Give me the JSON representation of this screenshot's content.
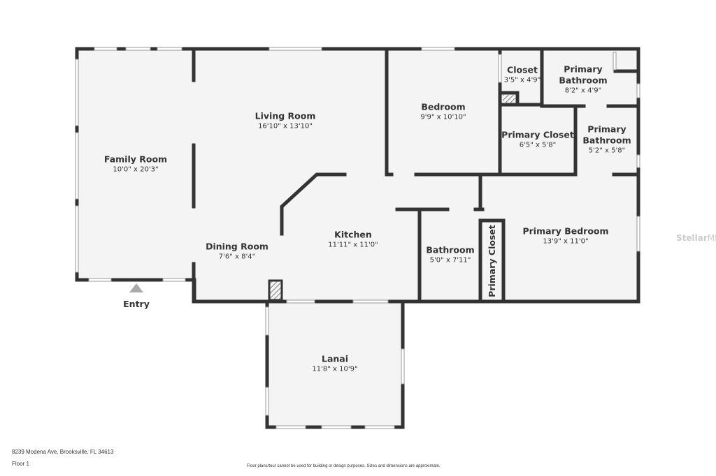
{
  "rooms": [
    {
      "name": "Family Room",
      "dims": "10'0\" x 20'3\""
    },
    {
      "name": "Living Room",
      "dims": "16'10\" x 13'10\""
    },
    {
      "name": "Bedroom",
      "dims": "9'9\" x 10'10\""
    },
    {
      "name": "Closet",
      "dims": "3'5\" x 4'9\""
    },
    {
      "name": "Primary Bathroom",
      "dims": "8'2\" x 4'9\""
    },
    {
      "name": "Primary Closet",
      "dims": "6'5\" x 5'8\""
    },
    {
      "name": "Primary Bathroom",
      "dims": "5'2\" x 5'8\""
    },
    {
      "name": "Dining Room",
      "dims": "7'6\" x 8'4\""
    },
    {
      "name": "Kitchen",
      "dims": "11'11\" x 11'0\""
    },
    {
      "name": "Bathroom",
      "dims": "5'0\" x 7'11\""
    },
    {
      "name": "Primary Bedroom",
      "dims": "13'9\" x 11'0\""
    },
    {
      "name": "Lanai",
      "dims": "11'8\" x 10'9\""
    }
  ],
  "primary_closet_vertical": "Primary Closet",
  "entry": "Entry",
  "address": "8239 Modena Ave, Brooksville, FL 34613",
  "floor": "Floor 1",
  "disclaimer": "Floor plans/tour cannot be used for building or design purposes. Sizes and dimensions are approximate.",
  "watermark": "StellarMLS",
  "colors": {
    "wall": "#333333",
    "floor": "#f4f4f4"
  }
}
